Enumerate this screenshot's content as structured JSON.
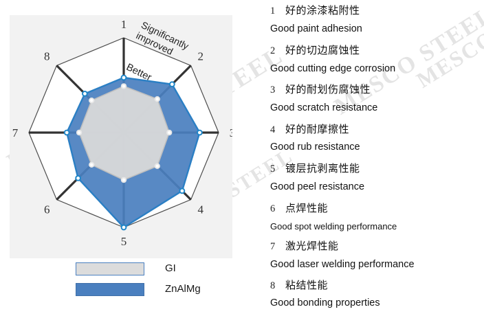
{
  "chart_data": {
    "type": "radar",
    "title": "",
    "axes": [
      "1",
      "2",
      "3",
      "4",
      "5",
      "6",
      "7",
      "8"
    ],
    "axis_labels": [
      "1",
      "2",
      "3",
      "4",
      "5",
      "6",
      "7",
      "8"
    ],
    "rmax": 1.0,
    "rmin": 0.0,
    "grid": false,
    "legend_position": "bottom",
    "annotations": [
      {
        "text": "Significantly",
        "line2": "improved",
        "position": "outer-upper-right"
      },
      {
        "text": "Better",
        "position": "inner-upper-right"
      }
    ],
    "series": [
      {
        "name": "GI",
        "color": "#d9d9d9",
        "line_color": "#bfbfbf",
        "point_color": "#ffffff",
        "values": [
          0.49,
          0.5,
          0.48,
          0.5,
          0.5,
          0.48,
          0.47,
          0.48
        ]
      },
      {
        "name": "ZnAlMg",
        "color": "#4a7fbf",
        "line_color": "#2b7fc4",
        "point_color": "#1f86c8",
        "values": [
          0.58,
          0.72,
          0.8,
          0.87,
          1.0,
          0.68,
          0.6,
          0.58
        ]
      }
    ]
  },
  "legend": {
    "items": [
      {
        "label": "GI",
        "swatch": "gi"
      },
      {
        "label": "ZnAlMg",
        "swatch": "znalmg"
      }
    ]
  },
  "annotations": {
    "significantly": "Significantly",
    "improved": "improved",
    "better": "Better"
  },
  "list": {
    "entries": [
      {
        "num": "1",
        "zh": "好的涂漆粘附性",
        "en": "Good paint adhesion"
      },
      {
        "num": "2",
        "zh": "好的切边腐蚀性",
        "en": "Good cutting edge corrosion"
      },
      {
        "num": "3",
        "zh": "好的耐划伤腐蚀性",
        "en": "Good scratch resistance"
      },
      {
        "num": "4",
        "zh": "好的耐摩擦性",
        "en": "Good rub resistance"
      },
      {
        "num": "5",
        "zh": "镀层抗剥离性能",
        "en": "Good peel resistance"
      },
      {
        "num": "6",
        "zh": "点焊性能",
        "en": "Good spot welding performance"
      },
      {
        "num": "7",
        "zh": "激光焊性能",
        "en": "Good laser welding performance"
      },
      {
        "num": "8",
        "zh": "粘结性能",
        "en": "Good bonding properties"
      }
    ]
  },
  "watermarks": {
    "text": "MESCO STEEL",
    "items": [
      "MESCO STEEL",
      "MESCO STEEL",
      "MESCO STEEL",
      "MESCO STEEL",
      "MESCO STEEL"
    ]
  },
  "colors": {
    "panel_bg": "#f2f2f2",
    "page_bg": "#ffffff",
    "znalmg_blue": "#4a7fbf",
    "znalmg_line": "#2b7fc4",
    "gi_gray": "#d9d9d9",
    "axis_dark": "#333333",
    "outline": "#4d4d4d"
  }
}
